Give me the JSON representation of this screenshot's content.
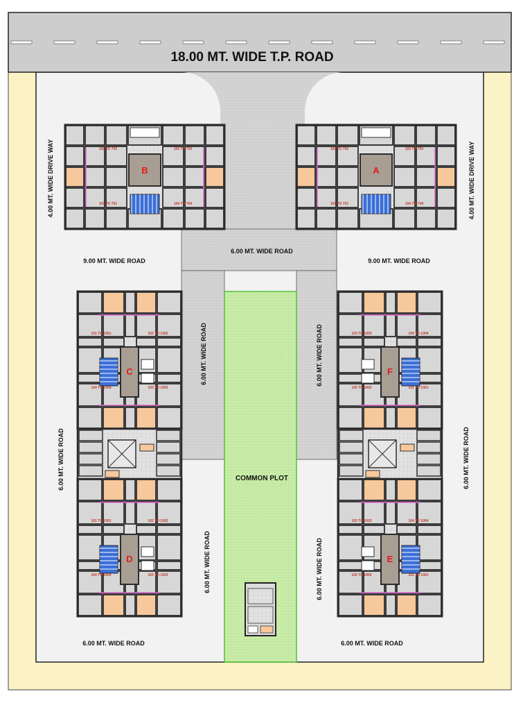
{
  "site": {
    "main_road": "18.00 MT. WIDE T.P. ROAD",
    "drive_way_left": "4.00 MT. WIDE DRIVE WAY",
    "drive_way_right": "4.00 MT. WIDE DRIVE WAY",
    "road_9m_left": "9.00 MT. WIDE ROAD",
    "road_9m_right": "9.00 MT. WIDE ROAD",
    "road_6m_top": "6.00 MT. WIDE ROAD",
    "road_6m_vert_left_upper": "6.00 MT. WIDE ROAD",
    "road_6m_vert_right_upper": "6.00 MT. WIDE ROAD",
    "road_6m_vert_left_lower": "6.00 MT. WIDE ROAD",
    "road_6m_vert_right_lower": "6.00 MT. WIDE ROAD",
    "road_6m_far_left": "6.00 MT. WIDE ROAD",
    "road_6m_far_right": "6.00 MT. WIDE ROAD",
    "road_6m_bottom_left": "6.00 MT. WIDE ROAD",
    "road_6m_bottom_right": "6.00 MT. WIDE ROAD",
    "common_plot": "COMMON PLOT"
  },
  "blocks": {
    "A": {
      "name": "A",
      "units": [
        "102 TO 702",
        "103 TO 703",
        "101 TO 701",
        "104 TO 704"
      ]
    },
    "B": {
      "name": "B",
      "units": [
        "102 TO 702",
        "103 TO 703",
        "101 TO 701",
        "104 TO 704"
      ]
    },
    "C": {
      "name": "C",
      "units": [
        "101 TO 1001",
        "102 TO 1002",
        "104 TO 1004",
        "103 TO 1003"
      ]
    },
    "D": {
      "name": "D",
      "units": [
        "101 TO 1001",
        "102 TO 1002",
        "104 TO 1004",
        "103 TO 1003"
      ]
    },
    "E": {
      "name": "E",
      "units": [
        "103 TO 1003",
        "104 TO 1004",
        "102 TO 1002",
        "101 TO 1001"
      ]
    },
    "F": {
      "name": "F",
      "units": [
        "103 TO 1003",
        "104 TO 1004",
        "102 TO 1002",
        "101 TO 1001"
      ]
    }
  },
  "colors": {
    "road": "#cfcfcf",
    "paving": "#d9d9d9",
    "setback": "#fbf3c6",
    "garden": "#c6eba4",
    "wall": "#2c2c2c",
    "balcony": "#e26ad6",
    "green_edge": "#52c23a",
    "stair": "#3b6fd8",
    "block_label": "#e01b1b",
    "unit_label": "#c0392b"
  }
}
